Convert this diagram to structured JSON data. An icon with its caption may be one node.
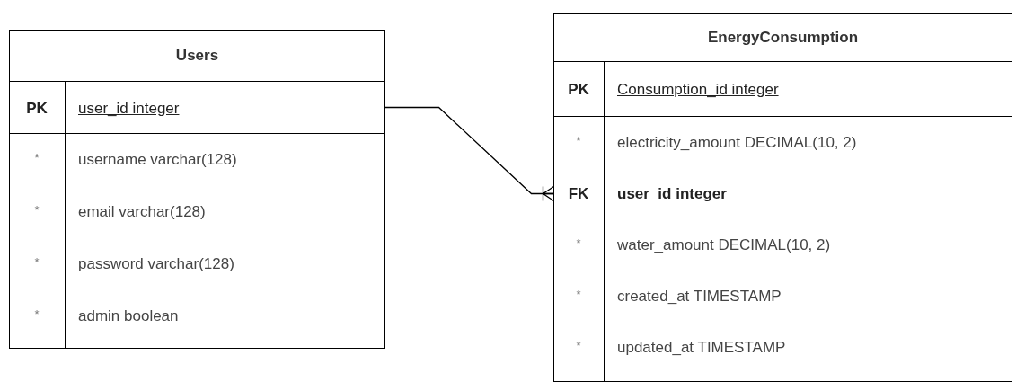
{
  "diagram": {
    "nodes": [
      {
        "text": [
          "Users"
        ]
      },
      {
        "text": [
          "PK",
          "user_id integer"
        ],
        "in": 0
      },
      {
        "text": [
          "*",
          "username varchar(128)"
        ],
        "in": 0
      },
      {
        "text": [
          "*",
          "email varchar(128)"
        ],
        "in": 0
      },
      {
        "text": [
          "*",
          "password varchar(128)"
        ],
        "in": 0
      },
      {
        "text": [
          "*",
          "admin boolean"
        ],
        "in": 0
      },
      {
        "text": [
          "EnergyConsumption"
        ]
      },
      {
        "text": [
          "PK",
          "Consumption_id integer"
        ],
        "in": 6
      },
      {
        "text": [
          "*",
          "electricity_amount DECIMAL(10, 2)"
        ],
        "in": 6
      },
      {
        "text": [
          "FK",
          "user_id integer"
        ],
        "in": 6
      },
      {
        "text": [
          "*",
          "water_amount DECIMAL(10, 2)"
        ],
        "in": 6
      },
      {
        "text": [
          "*",
          "created_at TIMESTAMP"
        ],
        "in": 6
      },
      {
        "text": [
          "*",
          "updated_at TIMESTAMP"
        ],
        "in": 6
      }
    ],
    "edges": [
      {
        "from": 1,
        "to": 9,
        "arrow": "other"
      }
    ]
  }
}
